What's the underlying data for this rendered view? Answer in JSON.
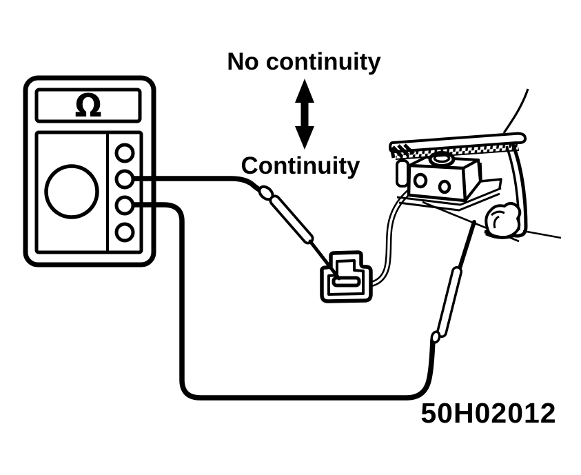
{
  "colors": {
    "ink": "#000000",
    "paper": "#ffffff"
  },
  "labels": {
    "no_continuity": "No continuity",
    "continuity": "Continuity",
    "part_number": "50H02012",
    "meter_symbol": "Ω"
  }
}
